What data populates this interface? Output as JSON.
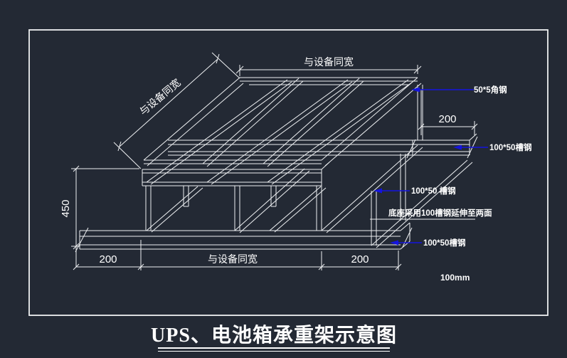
{
  "window": {
    "background": "#232934",
    "border_color": "#eef0f2"
  },
  "drawing": {
    "title": "UPS、电池箱承重架示意图",
    "dimensions": {
      "top_width": "与设备同宽",
      "left_depth": "与设备同宽",
      "bottom_width": "与设备同宽",
      "height": "450",
      "bottom_left_ext": "200",
      "bottom_right_ext": "200",
      "rear_right_ext": "200",
      "scale_label": "100mm"
    },
    "annotations": {
      "angle_steel": "50*5角钢",
      "channel_rear": "100*50槽钢",
      "channel_mid": "100*50 槽钢",
      "base_note": "底座采用100槽钢延伸至两面",
      "channel_base": "100*50槽钢"
    },
    "colors": {
      "line": "#eef0f2",
      "leader": "#1414e0",
      "text": "#ffffff",
      "background": "#232934"
    }
  }
}
